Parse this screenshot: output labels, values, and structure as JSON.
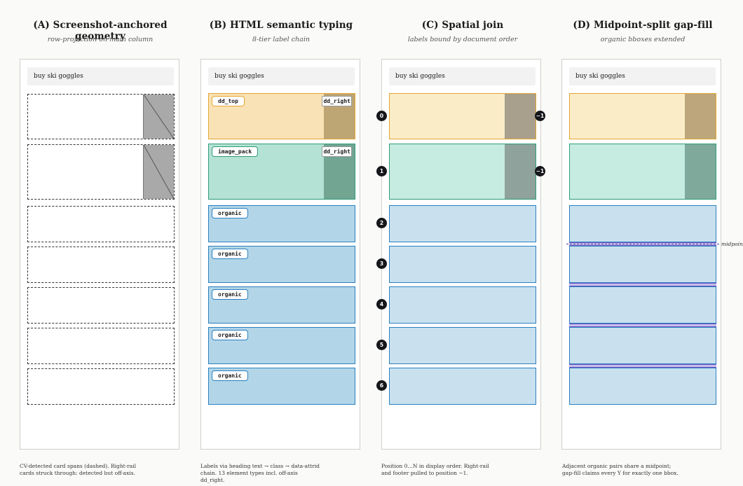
{
  "panels": [
    {
      "title": "(A) Screenshot-anchored geometry",
      "subtitle": "row-projection on main column",
      "caption": "CV-detected card spans (dashed). Right-rail cards struck through: detected but off-axis."
    },
    {
      "title": "(B) HTML semantic typing",
      "subtitle": "8-tier label chain",
      "caption": "Labels via heading text → class → data-attrid chain. 13 element types incl. off-axis dd_right."
    },
    {
      "title": "(C) Spatial join",
      "subtitle": "labels bound by document order",
      "caption": "Position 0…N in display order. Right-rail and footer pulled to position −1."
    },
    {
      "title": "(D) Midpoint-split gap-fill",
      "subtitle": "organic bboxes extended",
      "caption": "Adjacent organic pairs share a midpoint; gap-fill claims every Y for exactly one bbox."
    }
  ],
  "search_query": "buy ski goggles",
  "labels": {
    "dd_top": "dd_top",
    "image_pack": "image_pack",
    "organic": "organic",
    "dd_right": "dd_right"
  },
  "positions": {
    "p0": "0",
    "p1": "1",
    "p2": "2",
    "p3": "3",
    "p4": "4",
    "p5": "5",
    "p6": "6",
    "rail": "−1"
  },
  "midpoint_label": "midpoint",
  "colors": {
    "dd_top": "#e2a630",
    "image_pack": "#2e9c7a",
    "organic": "#2a7fbf",
    "gap_fill": "#6a52c6"
  }
}
